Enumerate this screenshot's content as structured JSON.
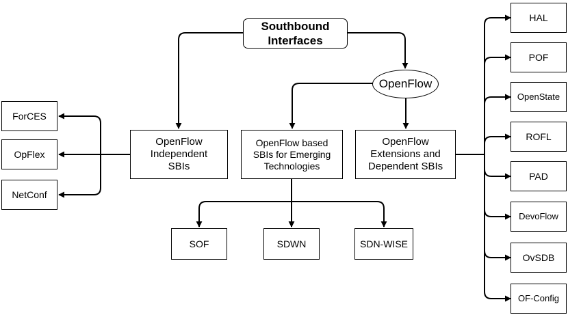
{
  "diagram": {
    "root": "Southbound\nInterfaces",
    "openflow": "OpenFlow",
    "independent": "OpenFlow\nIndependent\nSBIs",
    "emerging": "OpenFlow based\nSBIs for Emerging\nTechnologies",
    "dependent": "OpenFlow\nExtensions and\nDependent SBIs",
    "independent_children": [
      "ForCES",
      "OpFlex",
      "NetConf"
    ],
    "emerging_children": [
      "SOF",
      "SDWN",
      "SDN-WISE"
    ],
    "dependent_children": [
      "HAL",
      "POF",
      "OpenState",
      "ROFL",
      "PAD",
      "DevoFlow",
      "OvSDB",
      "OF-Config"
    ]
  }
}
